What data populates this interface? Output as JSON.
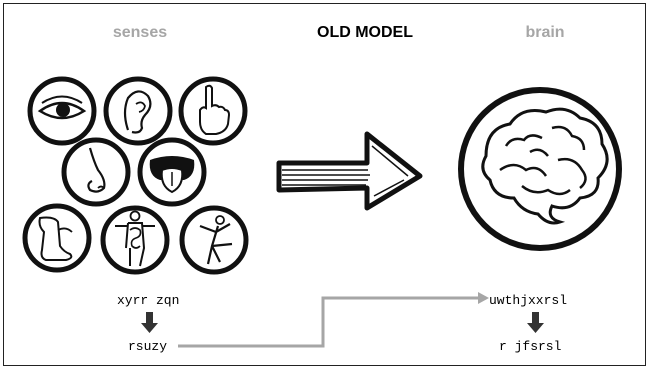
{
  "headings": {
    "senses": "senses",
    "title": "OLD MODEL",
    "brain": "brain"
  },
  "senses_panel": {
    "code_top": "xyrr zqn",
    "code_bottom": "rsuzy"
  },
  "brain_panel": {
    "code_top": "uwthjxxrsl",
    "code_bottom": "r jfsrsl"
  },
  "colors": {
    "heading_gray": "#a6a6a6",
    "connector_gray": "#a6a6a6",
    "ink": "#111111"
  },
  "icons": [
    "eye-icon",
    "ear-icon",
    "finger-touch-icon",
    "nose-icon",
    "tongue-icon",
    "foot-icon",
    "body-organs-icon",
    "balance-figure-icon",
    "brain-icon",
    "big-right-arrow-icon"
  ]
}
